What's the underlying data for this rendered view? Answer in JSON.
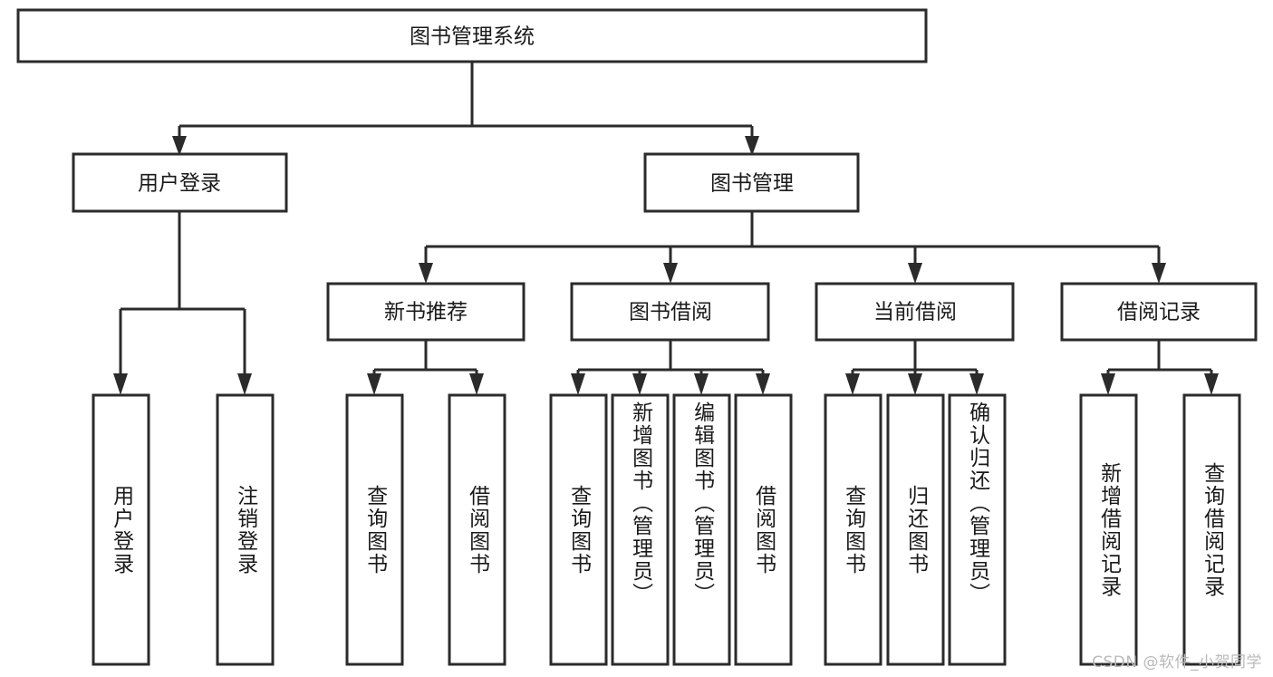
{
  "diagram": {
    "type": "tree",
    "title": "图书管理系统",
    "watermark": "CSDN @软件_小贺同学",
    "colors": {
      "box_stroke": "#2b2b2b",
      "box_fill": "#ffffff",
      "text": "#1a1a1a",
      "background": "#ffffff",
      "watermark": "#b9b9b9"
    },
    "root": {
      "label": "图书管理系统",
      "orientation": "horizontal"
    },
    "level2": [
      {
        "label": "用户登录",
        "orientation": "horizontal"
      },
      {
        "label": "图书管理",
        "orientation": "horizontal"
      }
    ],
    "level3": [
      {
        "label": "新书推荐",
        "orientation": "horizontal",
        "parent": "图书管理"
      },
      {
        "label": "图书借阅",
        "orientation": "horizontal",
        "parent": "图书管理"
      },
      {
        "label": "当前借阅",
        "orientation": "horizontal",
        "parent": "图书管理"
      },
      {
        "label": "借阅记录",
        "orientation": "horizontal",
        "parent": "图书管理"
      }
    ],
    "leaves": {
      "user_login": [
        {
          "label": "用户登录",
          "orientation": "vertical"
        },
        {
          "label": "注销登录",
          "orientation": "vertical"
        }
      ],
      "new_book_recommend": [
        {
          "label": "查询图书",
          "orientation": "vertical"
        },
        {
          "label": "借阅图书",
          "orientation": "vertical"
        }
      ],
      "book_borrow": [
        {
          "label": "查询图书",
          "orientation": "vertical"
        },
        {
          "label": "新增图书（管理员）",
          "orientation": "vertical"
        },
        {
          "label": "编辑图书（管理员）",
          "orientation": "vertical"
        },
        {
          "label": "借阅图书",
          "orientation": "vertical"
        }
      ],
      "current_borrow": [
        {
          "label": "查询图书",
          "orientation": "vertical"
        },
        {
          "label": "归还图书",
          "orientation": "vertical"
        },
        {
          "label": "确认归还（管理员）",
          "orientation": "vertical"
        }
      ],
      "borrow_record": [
        {
          "label": "新增借阅记录",
          "orientation": "vertical"
        },
        {
          "label": "查询借阅记录",
          "orientation": "vertical"
        }
      ]
    }
  }
}
